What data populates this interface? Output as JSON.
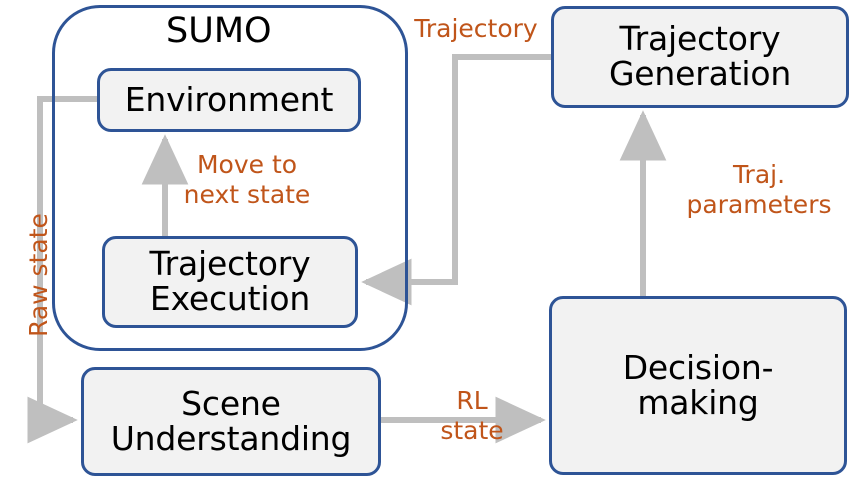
{
  "diagram": {
    "title": "SUMO simulation and reinforcement-learning decision pipeline",
    "colors": {
      "box_border": "#2E5496",
      "box_fill": "#F2F2F2",
      "arrow": "#BFBFBF",
      "label_text": "#C0551A",
      "box_text": "#000000",
      "background": "#FFFFFF"
    },
    "container": {
      "name": "sumo",
      "title": "SUMO"
    },
    "nodes": [
      {
        "id": "environment",
        "label": "Environment"
      },
      {
        "id": "traj-exec",
        "label": "Trajectory\nExecution"
      },
      {
        "id": "scene",
        "label": "Scene\nUnderstanding"
      },
      {
        "id": "traj-gen",
        "label": "Trajectory\nGeneration"
      },
      {
        "id": "decision",
        "label": "Decision-\nmaking"
      }
    ],
    "edge_labels": [
      {
        "id": "move-to-next-state",
        "text": "Move to\nnext state",
        "from": "traj-exec",
        "to": "environment"
      },
      {
        "id": "trajectory",
        "text": "Trajectory",
        "from": "traj-gen",
        "to": "traj-exec"
      },
      {
        "id": "traj-parameters",
        "text": "Traj.\nparameters",
        "from": "decision",
        "to": "traj-gen"
      },
      {
        "id": "rl-state",
        "text": "RL\nstate",
        "from": "scene",
        "to": "decision"
      },
      {
        "id": "raw-state",
        "text": "Raw state",
        "from": "environment",
        "to": "scene"
      }
    ]
  }
}
